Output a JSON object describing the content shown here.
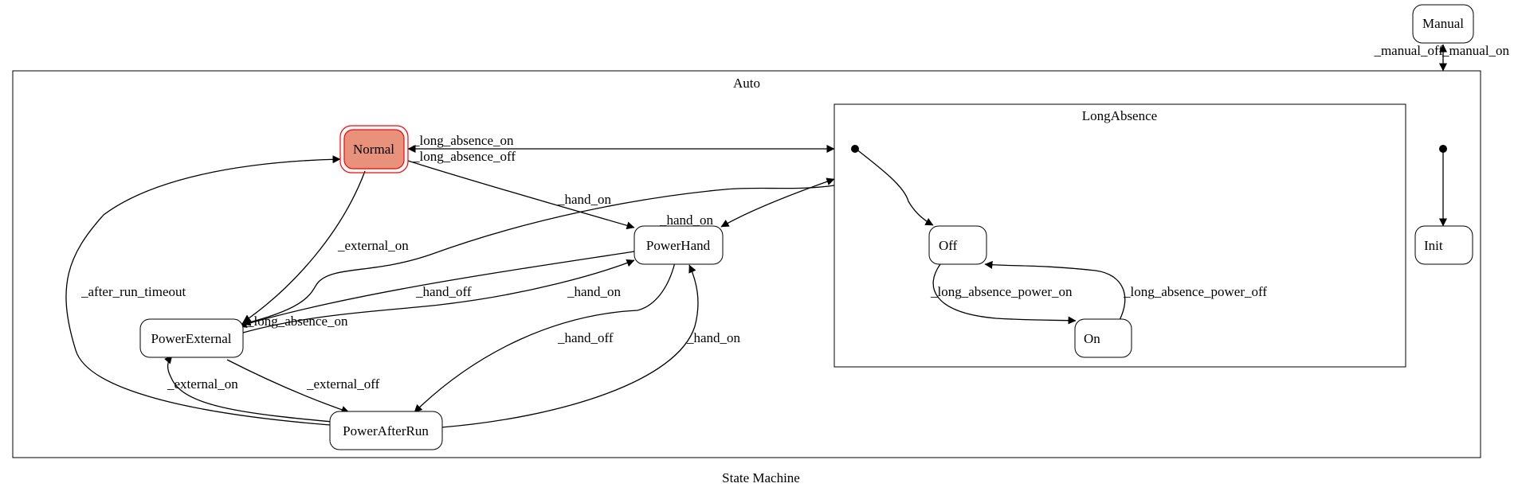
{
  "diagram": {
    "caption": "State Machine",
    "colors": {
      "active_fill": "#e8927c",
      "active_stroke": "#ff0000",
      "line": "#000000"
    },
    "clusters": {
      "auto": "Auto",
      "long_absence": "LongAbsence"
    },
    "states": {
      "manual": "Manual",
      "normal": "Normal",
      "power_hand": "PowerHand",
      "power_external": "PowerExternal",
      "power_after_run": "PowerAfterRun",
      "off": "Off",
      "on": "On",
      "init": "Init"
    },
    "active_state": "Normal",
    "transitions": {
      "manual_off": "_manual_off",
      "manual_on": "_manual_on",
      "long_absence_on": "_long_absence_on",
      "long_absence_off": "_long_absence_off",
      "normal_hand_on": "_hand_on",
      "normal_external_on": "_external_on",
      "after_run_timeout": "_after_run_timeout",
      "la_hand_on": "_hand_on",
      "external_hand_off": "_hand_off",
      "external_hand_on": "_hand_on",
      "la_long_absence_on": "_long_absence_on",
      "hand_hand_off": "_hand_off",
      "afterrun_hand_on": "_hand_on",
      "afterrun_external_on": "_external_on",
      "external_external_off": "_external_off",
      "long_absence_power_on": "_long_absence_power_on",
      "long_absence_power_off": "_long_absence_power_off"
    }
  }
}
